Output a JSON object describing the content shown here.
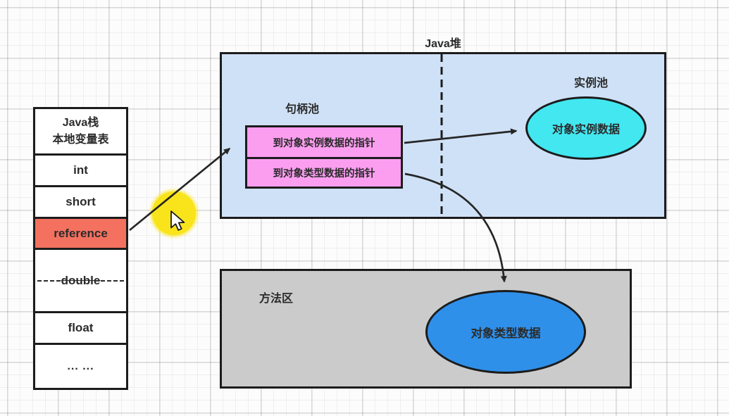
{
  "diagram_subject": "JVM object access via handle",
  "stack": {
    "title_line1": "Java栈",
    "title_line2": "本地变量表",
    "rows": [
      "int",
      "short",
      "reference",
      "double",
      "float",
      "... ..."
    ]
  },
  "heap": {
    "label": "Java堆",
    "handle_pool_label": "句柄池",
    "handle_rows": [
      "到对象实例数据的指针",
      "到对象类型数据的指针"
    ],
    "instance_pool_label": "实例池",
    "instance_ellipse_label": "对象实例数据"
  },
  "method_area": {
    "label": "方法区",
    "type_ellipse_label": "对象类型数据"
  },
  "colors": {
    "heap_fill": "#cfe1f7",
    "handle_box_fill": "#fb9ef0",
    "instance_ellipse_fill": "#42e7f0",
    "type_ellipse_fill": "#2f90ea",
    "method_area_fill": "#cbcbcb",
    "reference_row_fill": "#f4715f",
    "highlight_dot": "#f9e414",
    "stroke": "#1c1c1c"
  }
}
